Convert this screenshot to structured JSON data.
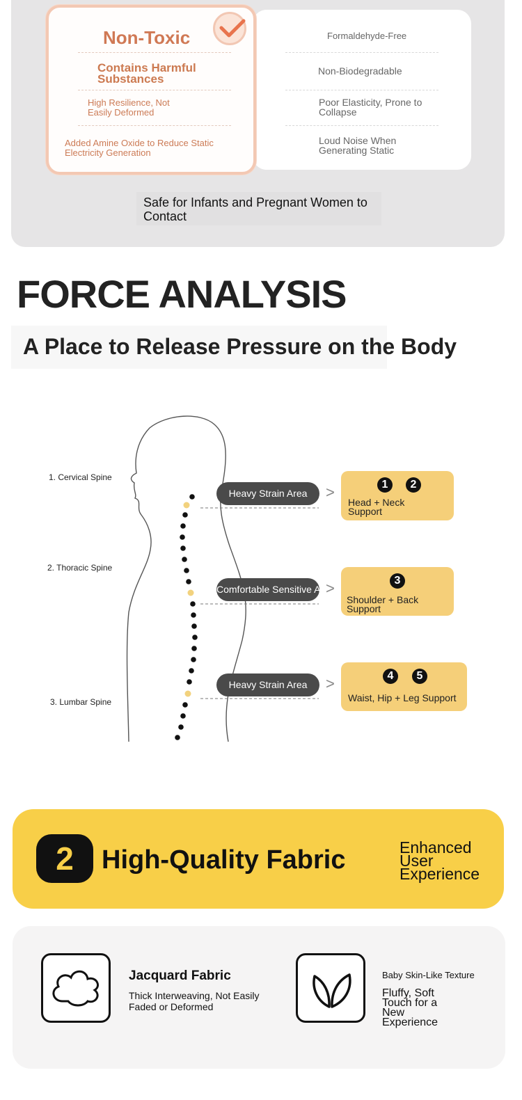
{
  "comparison": {
    "left_title": "Non-Toxic",
    "left_items": [
      "Contains Harmful Substances",
      "High Resilience, Not Easily Deformed",
      "Added Amine Oxide to Reduce Static Electricity Generation"
    ],
    "right_items": [
      "Formaldehyde-Free",
      "Non-Biodegradable",
      "Poor Elasticity, Prone to Collapse",
      "Loud Noise When Generating Static"
    ],
    "safe_text": "Safe for Infants and Pregnant Women to Contact"
  },
  "force_analysis": {
    "title": "FORCE ANALYSIS",
    "subtitle": "A Place to Release Pressure on the Body",
    "spine_labels": [
      "1. Cervical Spine",
      "2. Thoracic Spine",
      "3. Lumbar Spine"
    ],
    "areas": [
      {
        "pill": "Heavy Strain Area",
        "numbers": [
          "1",
          "2"
        ],
        "support": "Head + Neck Support"
      },
      {
        "pill": "Comfortable Sensitive Area",
        "numbers": [
          "3"
        ],
        "support": "Shoulder + Back Support"
      },
      {
        "pill": "Heavy Strain Area",
        "numbers": [
          "4",
          "5"
        ],
        "support": "Waist, Hip + Leg Support"
      }
    ],
    "accent_color": "#f5cf79"
  },
  "fabric": {
    "number": "2",
    "title": "High-Quality Fabric",
    "side_text": "Enhanced User Experience",
    "banner_color": "#f8cf48",
    "features": [
      {
        "icon": "cloud-icon",
        "title": "Jacquard Fabric",
        "desc": "Thick Interweaving, Not Easily Faded or Deformed"
      },
      {
        "icon": "leaf-icon",
        "title": "Baby Skin-Like Texture",
        "desc": "Fluffy, Soft Touch for a New Experience"
      }
    ]
  }
}
